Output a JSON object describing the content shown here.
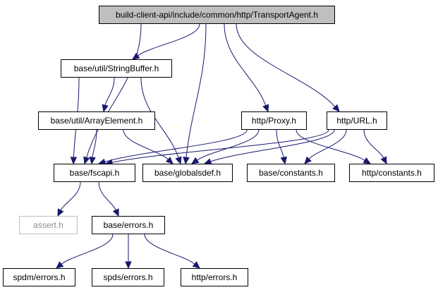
{
  "diagram": {
    "title": "build-client-api/include/common/http/TransportAgent.h",
    "nodes": [
      {
        "id": "root",
        "label": "build-client-api/include/common/http/TransportAgent.h",
        "kind": "root"
      },
      {
        "id": "stringbuffer",
        "label": "base/util/StringBuffer.h",
        "kind": "normal"
      },
      {
        "id": "arrayelement",
        "label": "base/util/ArrayElement.h",
        "kind": "normal"
      },
      {
        "id": "proxy",
        "label": "http/Proxy.h",
        "kind": "normal"
      },
      {
        "id": "url",
        "label": "http/URL.h",
        "kind": "normal"
      },
      {
        "id": "fscapi",
        "label": "base/fscapi.h",
        "kind": "normal"
      },
      {
        "id": "globalsdef",
        "label": "base/globalsdef.h",
        "kind": "normal"
      },
      {
        "id": "baseconstants",
        "label": "base/constants.h",
        "kind": "normal"
      },
      {
        "id": "httpconstants",
        "label": "http/constants.h",
        "kind": "normal"
      },
      {
        "id": "assert",
        "label": "assert.h",
        "kind": "missing"
      },
      {
        "id": "baseerrors",
        "label": "base/errors.h",
        "kind": "normal"
      },
      {
        "id": "spdmerrors",
        "label": "spdm/errors.h",
        "kind": "normal"
      },
      {
        "id": "spdserrors",
        "label": "spds/errors.h",
        "kind": "normal"
      },
      {
        "id": "httperrors",
        "label": "http/errors.h",
        "kind": "normal"
      }
    ],
    "edges": [
      {
        "from": "root",
        "to": "stringbuffer"
      },
      {
        "from": "root",
        "to": "fscapi"
      },
      {
        "from": "root",
        "to": "globalsdef"
      },
      {
        "from": "root",
        "to": "proxy"
      },
      {
        "from": "root",
        "to": "url"
      },
      {
        "from": "stringbuffer",
        "to": "arrayelement"
      },
      {
        "from": "stringbuffer",
        "to": "fscapi"
      },
      {
        "from": "stringbuffer",
        "to": "globalsdef"
      },
      {
        "from": "arrayelement",
        "to": "fscapi"
      },
      {
        "from": "arrayelement",
        "to": "globalsdef"
      },
      {
        "from": "proxy",
        "to": "fscapi"
      },
      {
        "from": "proxy",
        "to": "globalsdef"
      },
      {
        "from": "proxy",
        "to": "baseconstants"
      },
      {
        "from": "proxy",
        "to": "httpconstants"
      },
      {
        "from": "url",
        "to": "fscapi"
      },
      {
        "from": "url",
        "to": "globalsdef"
      },
      {
        "from": "url",
        "to": "baseconstants"
      },
      {
        "from": "url",
        "to": "httpconstants"
      },
      {
        "from": "fscapi",
        "to": "assert"
      },
      {
        "from": "fscapi",
        "to": "baseerrors"
      },
      {
        "from": "baseerrors",
        "to": "spdmerrors"
      },
      {
        "from": "baseerrors",
        "to": "spdserrors"
      },
      {
        "from": "baseerrors",
        "to": "httperrors"
      }
    ],
    "colors": {
      "edge": "#191970",
      "root_fill": "#bfbfbf",
      "missing_border": "#bfbfbf",
      "missing_text": "#8c8c8c"
    }
  }
}
